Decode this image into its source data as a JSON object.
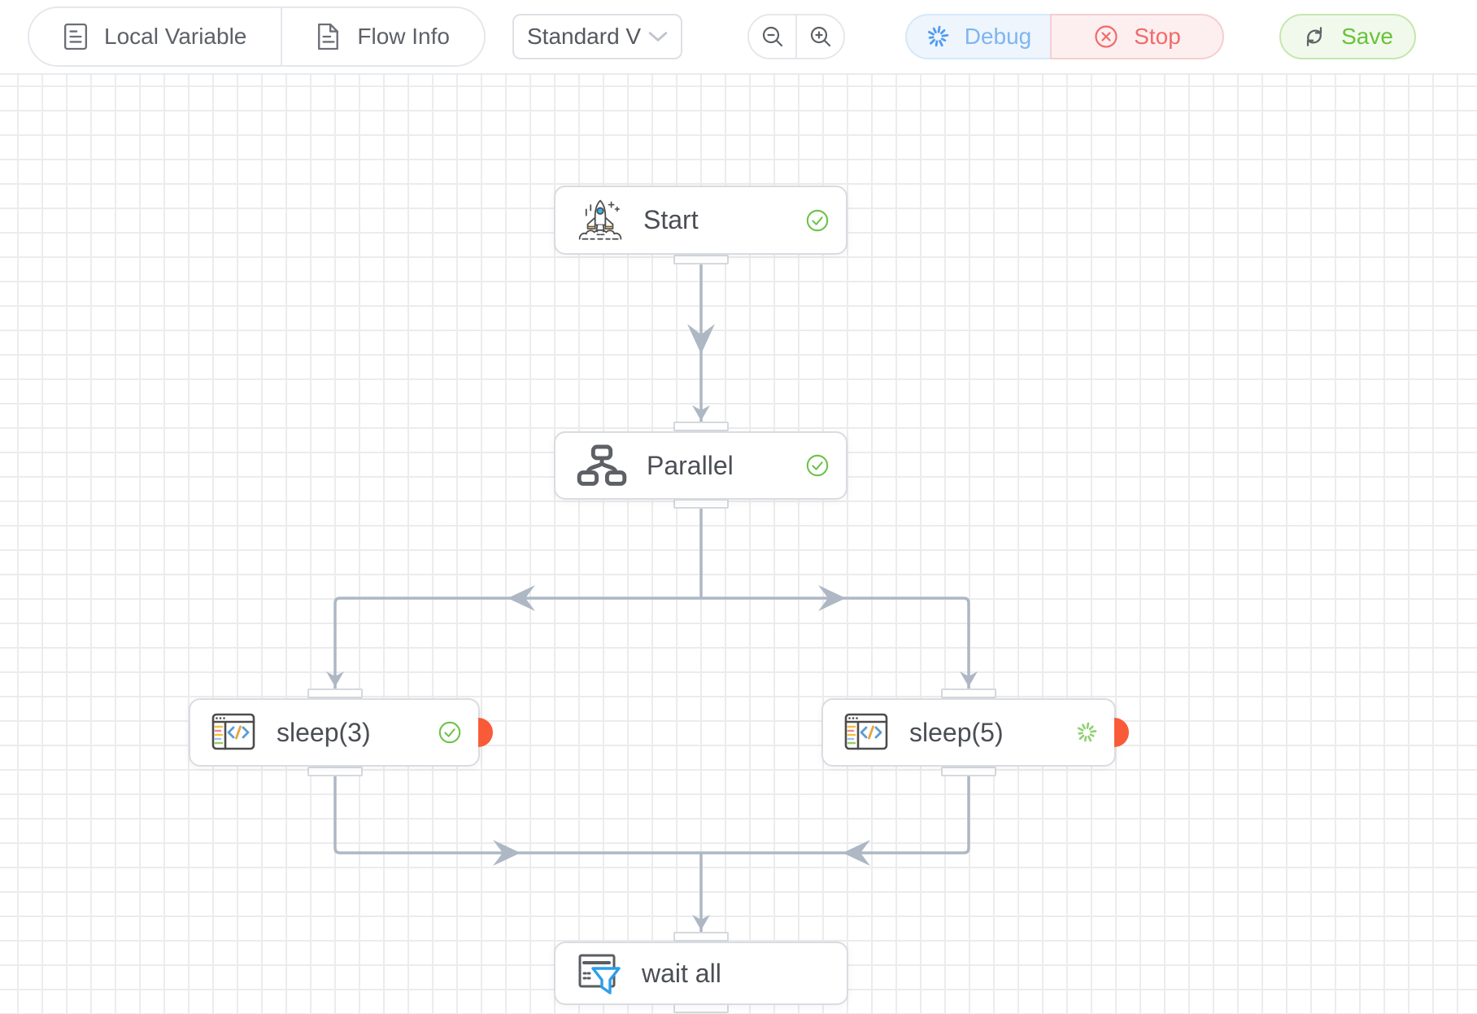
{
  "toolbar": {
    "buttons": {
      "local_variable": "Local Variable",
      "flow_info": "Flow Info",
      "debug": "Debug",
      "stop": "Stop",
      "save": "Save"
    },
    "workflow_select": {
      "value": "Standard V"
    },
    "icons": {
      "local_variable": "note-document-icon",
      "flow_info": "page-file-icon",
      "select_caret": "chevron-down-icon",
      "zoom_out": "magnifier-minus-icon",
      "zoom_in": "magnifier-plus-icon",
      "debug": "loading-spinner-icon",
      "stop": "circle-close-icon",
      "save": "sync-arrows-icon"
    }
  },
  "canvas": {
    "nodes": [
      {
        "label": "Start",
        "icon": "rocket-icon",
        "status": "success",
        "breakpoint": false
      },
      {
        "label": "Parallel",
        "icon": "parallel-branch-icon",
        "status": "success",
        "breakpoint": false
      },
      {
        "label": "sleep(3)",
        "icon": "code-window-icon",
        "status": "success",
        "breakpoint": true
      },
      {
        "label": "sleep(5)",
        "icon": "code-window-icon",
        "status": "running",
        "breakpoint": true
      },
      {
        "label": "wait all",
        "icon": "filter-icon",
        "status": "none",
        "breakpoint": false
      }
    ],
    "edges": [
      {
        "from": "Start",
        "to": "Parallel"
      },
      {
        "from": "Parallel",
        "to": "sleep(3)"
      },
      {
        "from": "Parallel",
        "to": "sleep(5)"
      },
      {
        "from": "sleep(3)",
        "to": "wait all"
      },
      {
        "from": "sleep(5)",
        "to": "wait all"
      }
    ]
  },
  "colors": {
    "debug_text": "#7fb5f0",
    "debug_bg": "#eef5fd",
    "debug_border": "#d6e8fa",
    "debug_spinner": "#4f9bf0",
    "stop_text": "#f16a6a",
    "stop_bg": "#fdefef",
    "stop_border": "#f5cfcf",
    "save_text": "#67c23a",
    "save_bg": "#f1f9ec",
    "save_border": "#c6e6ae",
    "status_success": "#6cc24a",
    "status_running": "#8ed06f",
    "breakpoint_red": "#f95b38",
    "connector_gray": "#aeb8c4",
    "grid_line": "#ececec",
    "node_border": "#d9dce1",
    "toolbar_text": "#5d6167"
  }
}
